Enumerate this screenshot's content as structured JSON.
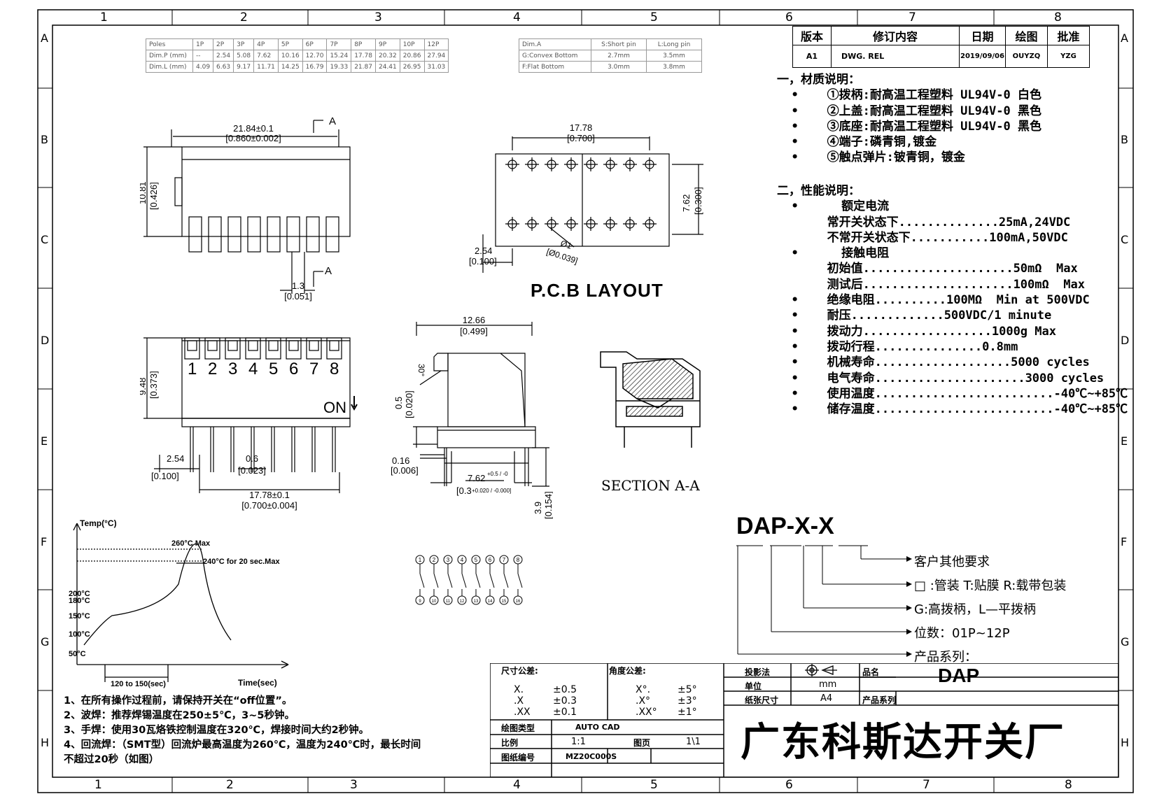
{
  "frame": {
    "columns_top": [
      "1",
      "2",
      "3",
      "4",
      "5",
      "6",
      "7",
      "8"
    ],
    "columns_bottom": [
      "1",
      "2",
      "3",
      "4",
      "5",
      "6",
      "7",
      "8"
    ],
    "rows": [
      "A",
      "B",
      "C",
      "D",
      "E",
      "F",
      "G",
      "H"
    ]
  },
  "spec_table_1": {
    "header": [
      "Poles",
      "1P",
      "2P",
      "3P",
      "4P",
      "5P",
      "6P",
      "7P",
      "8P",
      "9P",
      "10P",
      "12P"
    ],
    "rows": [
      [
        "Dim.P (mm)",
        "--",
        "2.54",
        "5.08",
        "7.62",
        "10.16",
        "12.70",
        "15.24",
        "17.78",
        "20.32",
        "20.86",
        "27.94"
      ],
      [
        "Dim.L (mm)",
        "4.09",
        "6.63",
        "9.17",
        "11.71",
        "14.25",
        "16.79",
        "19.33",
        "21.87",
        "24.41",
        "26.95",
        "31.03"
      ]
    ]
  },
  "spec_table_2": {
    "header": [
      "Dim.A",
      "S:Short pin",
      "L:Long pin"
    ],
    "rows": [
      [
        "G:Convex Bottom",
        "2.7mm",
        "3.5mm"
      ],
      [
        "F:Flat Bottom",
        "3.0mm",
        "3.8mm"
      ]
    ]
  },
  "revision": {
    "header": [
      "版本",
      "修订内容",
      "日期",
      "绘图",
      "批准"
    ],
    "row": [
      "A1",
      "DWG. REL",
      "2019/09/06",
      "OUYZQ",
      "YZG"
    ]
  },
  "drawing": {
    "top_width": "21.84±0.1",
    "top_width_in": "[0.860±0.002]",
    "section_marker": "A",
    "height": "10.81",
    "height_in": "[0.426]",
    "pin_width": "1.3",
    "pin_width_in": "[0.051]",
    "pcb_width": "17.78",
    "pcb_width_in": "[0.700]",
    "pcb_row": "7.62",
    "pcb_row_in": "[0.300]",
    "pcb_pitch": "2.54",
    "pcb_pitch_in": "[0.100]",
    "pcb_hole": "Ø1",
    "pcb_hole_in": "[Ø0.039]",
    "pcb_title": "P.C.B LAYOUT",
    "front_height": "9.48",
    "front_height_in": "[0.373]",
    "front_numbers": [
      "1",
      "2",
      "3",
      "4",
      "5",
      "6",
      "7",
      "8"
    ],
    "on_label": "ON",
    "front_pitch": "2.54",
    "front_pitch_in": "[0.100]",
    "front_pin": "0.6",
    "front_pin_in": "[0.023]",
    "front_span": "17.78±0.1",
    "front_span_in": "[0.700±0.004]",
    "side_width": "12.66",
    "side_width_in": "[0.499]",
    "side_angle": "30°",
    "side_step": "0.5",
    "side_step_in": "[0.020]",
    "side_pin": "0.16",
    "side_pin_in": "[0.006]",
    "side_row": "7.62",
    "side_row_tol": "+0.5 / -0",
    "side_row_in": "[0.3",
    "side_row_in_tol": "+0.020 / -0.000]",
    "side_pin_len": "3.9",
    "side_pin_len_in": "[0.154]",
    "section_title": "SECTION  A-A",
    "schematic_top": [
      "1",
      "2",
      "3",
      "4",
      "5",
      "6",
      "7",
      "8"
    ],
    "schematic_bottom": [
      "9",
      "10",
      "11",
      "12",
      "13",
      "14",
      "15",
      "16"
    ]
  },
  "reflow": {
    "y_axis": "Temp(°C)",
    "x_axis": "Time(sec)",
    "peak": "260°C Max",
    "hold": "240°C for 20 sec.Max",
    "levels": [
      "200°C",
      "180°C",
      "150°C",
      "100°C",
      "50°C"
    ],
    "preheat": "120 to 150(sec)"
  },
  "materials": {
    "title": "一，材质说明：",
    "items": [
      "①拨柄:耐高温工程塑料 UL94V-0 白色",
      "②上盖:耐高温工程塑料 UL94V-0 黑色",
      "③底座:耐高温工程塑料 UL94V-0 黑色",
      "④端子:磷青铜,镀金",
      "⑤触点弹片:铍青铜，镀金"
    ]
  },
  "performance": {
    "title": "二，性能说明：",
    "lines": [
      {
        "bullet": true,
        "text": "  额定电流"
      },
      {
        "bullet": false,
        "text": "常开关状态下..............25mA,24VDC"
      },
      {
        "bullet": false,
        "text": "不常开关状态下...........100mA,50VDC"
      },
      {
        "bullet": true,
        "text": "  接触电阻"
      },
      {
        "bullet": false,
        "text": "初始值.....................50mΩ  Max"
      },
      {
        "bullet": false,
        "text": "测试后.....................100mΩ  Max"
      },
      {
        "bullet": true,
        "text": "绝缘电阻..........100MΩ  Min at 500VDC"
      },
      {
        "bullet": true,
        "text": "耐压.............500VDC/1 minute"
      },
      {
        "bullet": true,
        "text": "拨动力..................1000g Max"
      },
      {
        "bullet": true,
        "text": "拨动行程...............0.8mm"
      },
      {
        "bullet": true,
        "text": "机械寿命...................5000 cycles"
      },
      {
        "bullet": true,
        "text": "电气寿命.....................3000 cycles"
      },
      {
        "bullet": true,
        "text": "使用温度.........................-40℃~+85℃"
      },
      {
        "bullet": true,
        "text": "储存温度.........................-40℃~+85℃"
      }
    ]
  },
  "part_number": {
    "code": "DAP-X-X",
    "legend": [
      "客户其他要求",
      "□ :管装  T:贴膜   R:载带包装",
      "G:高拨柄，L—平拨柄",
      "位数：01P~12P",
      "产品系列："
    ]
  },
  "notes": [
    "1、在所有操作过程前，请保持开关在“off位置”。",
    "2、波焊：推荐焊锡温度在250±5℃，3~5秒钟。",
    "3、手焊：使用30瓦烙铁控制温度在320℃，焊接时间大约2秒钟。",
    "4、回流焊：（SMT型）回流炉最高温度为260℃，温度为240℃时，最长时间",
    "不超过20秒（如图）"
  ],
  "title_block": {
    "dim_tol_label": "尺寸公差:",
    "dim_tol": [
      [
        "X.",
        "±0.5"
      ],
      [
        ".X",
        "±0.3"
      ],
      [
        ".XX",
        "±0.1"
      ]
    ],
    "ang_tol_label": "角度公差:",
    "ang_tol": [
      [
        "X°.",
        "±5°"
      ],
      [
        ".X°",
        "±3°"
      ],
      [
        ".XX°",
        "±1°"
      ]
    ],
    "projection_label": "投影法",
    "unit_label": "单位",
    "unit": "mm",
    "paper_label": "纸张尺寸",
    "paper": "A4",
    "name_label": "品名",
    "name": "DAP",
    "series_label": "产品系列",
    "drawing_type_label": "绘图类型",
    "drawing_type": "AUTO CAD",
    "scale_label": "比例",
    "scale": "1:1",
    "page_label": "图页",
    "page": "1\\1",
    "drawing_no_label": "图纸编号",
    "drawing_no": "MZ20C000S",
    "company": "广东科斯达开关厂"
  }
}
